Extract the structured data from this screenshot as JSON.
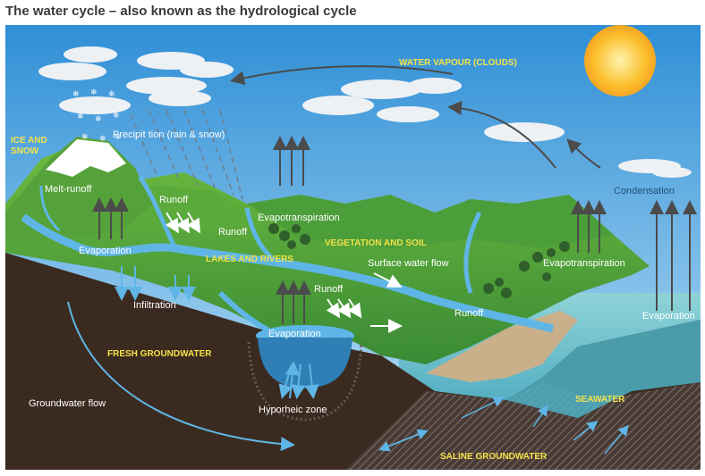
{
  "title": "The water cycle – also known as the hydrological cycle",
  "labels": {
    "water_vapour": "WATER VAPOUR (CLOUDS)",
    "ice_snow_1": "ICE AND",
    "ice_snow_2": "SNOW",
    "precipitation": "Precipit  tion (rain & snow)",
    "melt_runoff": "Melt-runoff",
    "runoff_1": "Runoff",
    "runoff_2": "Runoff",
    "runoff_3": "Runoff",
    "runoff_4": "Runoff",
    "evapotranspiration_1": "Evapotranspiration",
    "evapotranspiration_2": "Evapotranspiration",
    "condensation": "Condensation",
    "vegetation_soil": "VEGETATION AND SOIL",
    "evaporation_1": "Evaporation",
    "evaporation_2": "Evaporation",
    "evaporation_3": "Evaporation",
    "lakes_rivers": "LAKES AND RIVERS",
    "surface_water_flow": "Surface water flow",
    "infiltration": "Infiltration",
    "fresh_groundwater": "FRESH GROUNDWATER",
    "groundwater_flow": "Groundwater flow",
    "hyporheic_zone": "Hyporheic zone",
    "seawater": "SEAWATER",
    "saline_groundwater": "SALINE GROUNDWATER"
  },
  "colors": {
    "sky_top": "#2f8fd6",
    "sky_bottom": "#bfe3f7",
    "sun": "#fbc02d",
    "grass_light": "#7cc243",
    "grass_dark": "#3f8e34",
    "soil": "#3b2a20",
    "water": "#5fb6e6",
    "sea": "#4fb0c4",
    "label_yellow": "#f3e34a"
  }
}
